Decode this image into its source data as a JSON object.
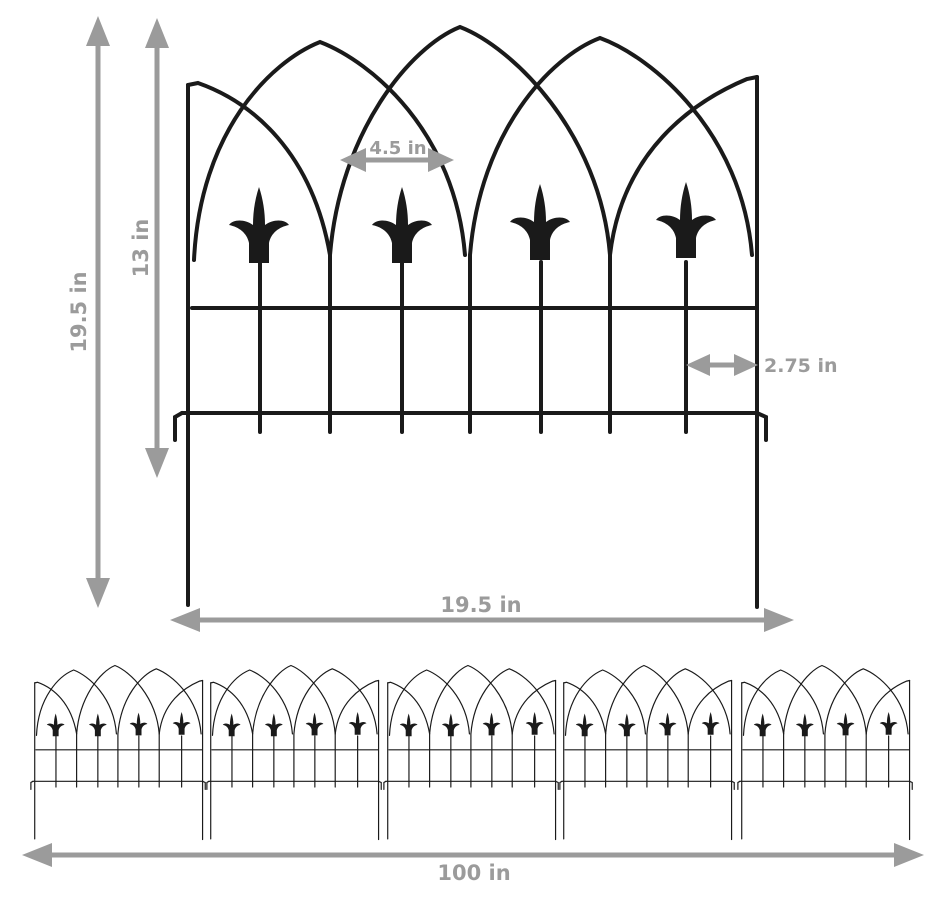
{
  "dimensions": {
    "total_height": "19.5 in",
    "fence_height": "13 in",
    "arch_width": "4.5 in",
    "picket_spacing": "2.75 in",
    "panel_width": "19.5 in",
    "total_length": "100 in"
  },
  "colors": {
    "dimension": "#9b9b9b",
    "fence": "#1a1a1a"
  },
  "panel_count": 5
}
